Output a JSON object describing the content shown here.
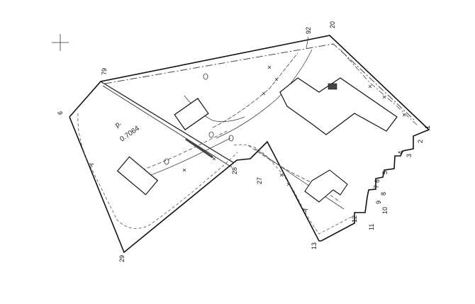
{
  "plot_area": {
    "parcel_code": "p.",
    "area_value": "0.7064"
  },
  "vertex_labels": [
    "1",
    "2",
    "3",
    "4",
    "5",
    "6",
    "7",
    "8",
    "9",
    "10",
    "11",
    "12",
    "13",
    "20",
    "27",
    "28",
    "29",
    "6",
    "79",
    "92"
  ],
  "marks": {
    "a_marks": [
      "A",
      "A"
    ],
    "o_marks": [
      "O",
      "O",
      "O",
      "O"
    ]
  }
}
